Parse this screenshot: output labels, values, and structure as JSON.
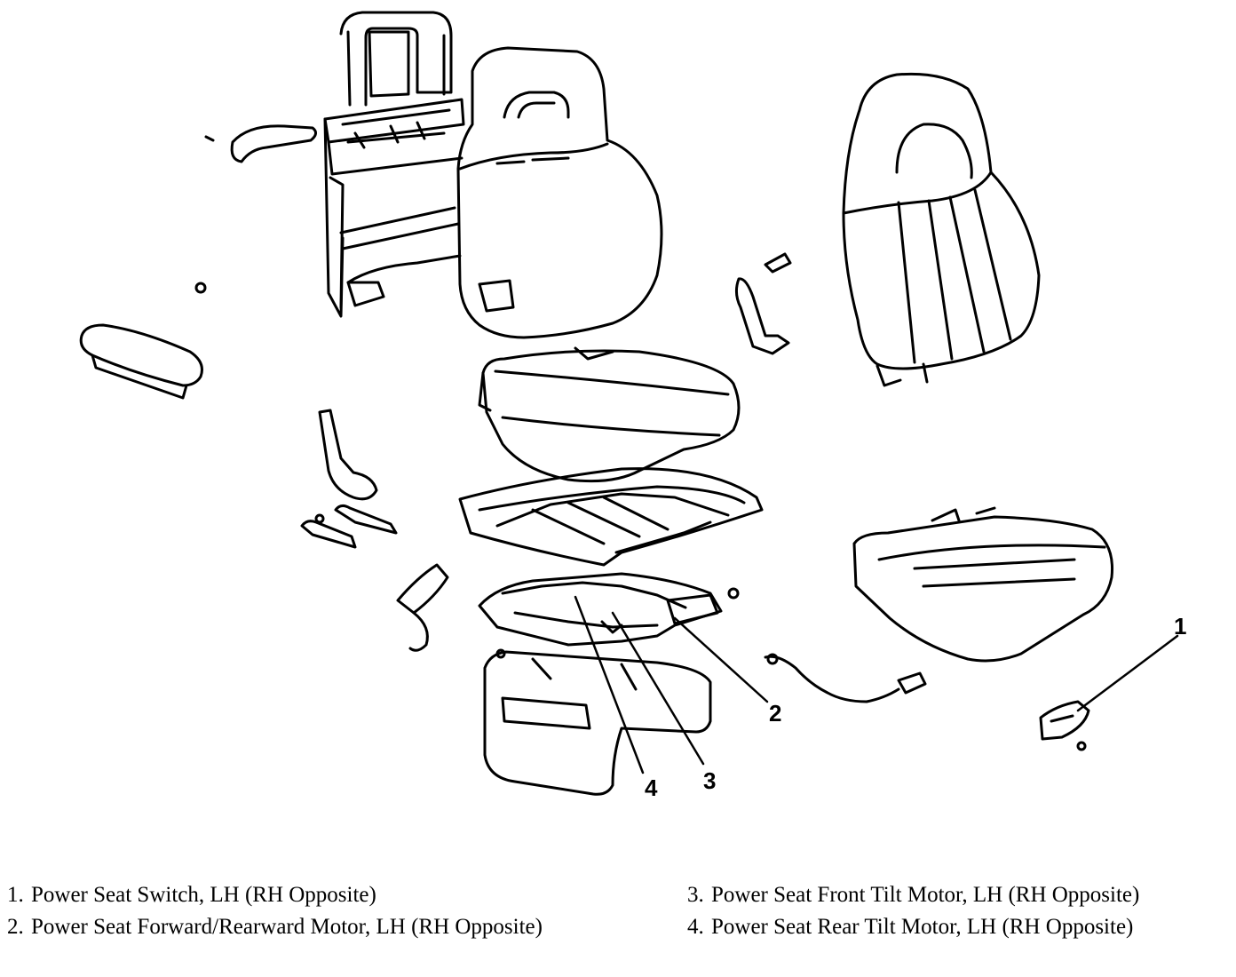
{
  "callouts": [
    {
      "id": "1",
      "label": "1"
    },
    {
      "id": "2",
      "label": "2"
    },
    {
      "id": "3",
      "label": "3"
    },
    {
      "id": "4",
      "label": "4"
    }
  ],
  "legend": {
    "left": [
      {
        "num": "1.",
        "text": "Power Seat Switch, LH (RH Opposite)"
      },
      {
        "num": "2.",
        "text": "Power Seat Forward/Rearward Motor, LH (RH Opposite)"
      }
    ],
    "right": [
      {
        "num": "3.",
        "text": "Power Seat Front Tilt Motor, LH (RH Opposite)"
      },
      {
        "num": "4.",
        "text": "Power Seat Rear Tilt Motor, LH (RH Opposite)"
      }
    ]
  }
}
